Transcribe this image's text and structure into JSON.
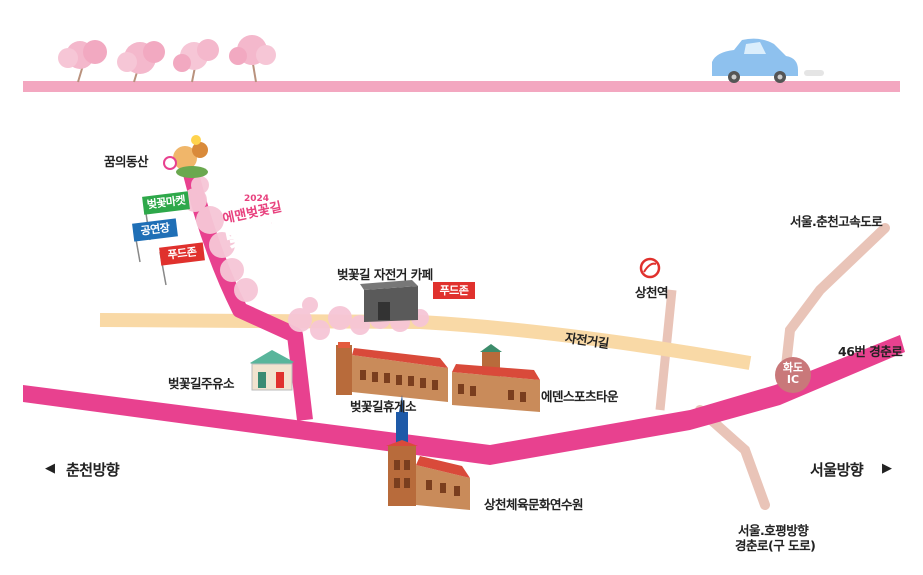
{
  "colors": {
    "highway": "#e8418f",
    "highway_light": "#f08cb8",
    "bike_road": "#f9d9a6",
    "side_road": "#e9c4b8",
    "blossom": "#f6c6d6",
    "top_bar": "#f3a7c0",
    "car": "#8ec1ee",
    "flag_market": "#2ea84a",
    "flag_performance": "#1f6fb6",
    "flag_foodcourt": "#e0312d",
    "ic_circle": "#c9787a"
  },
  "festival": {
    "year": "2024",
    "subtitle": "에맨벚꽃길",
    "title": "벚꽃축제"
  },
  "places": {
    "dream_hill": "꿈의동산",
    "bike_cafe": "벚꽃길 자전거 카페",
    "gas_station": "벚꽃길주유소",
    "rest_area": "벚꽃길휴게소",
    "sports_town": "에덴스포츠타운",
    "training_center": "상천체육문화연수원",
    "station": "상천역"
  },
  "flags": {
    "market": "벚꽃마켓",
    "performance": "공연장",
    "foodcourt_left": "푸드존",
    "foodcourt_right": "푸드존"
  },
  "roads": {
    "bike_road": "자전거길",
    "route_46": "46번 경춘로",
    "expressway": "서울.춘천고속도로",
    "old_road_line1": "서울.호평방향",
    "old_road_line2": "경춘로(구 도로)"
  },
  "interchange": {
    "line1": "화도",
    "line2": "IC"
  },
  "directions": {
    "left_arrow": "◀",
    "left": "춘천방향",
    "right": "서울방향",
    "right_arrow": "▶"
  },
  "icons": {
    "car": "car-icon",
    "tree": "cherry-tree-icon",
    "station": "subway-station-icon",
    "interchange": "interchange-icon"
  }
}
